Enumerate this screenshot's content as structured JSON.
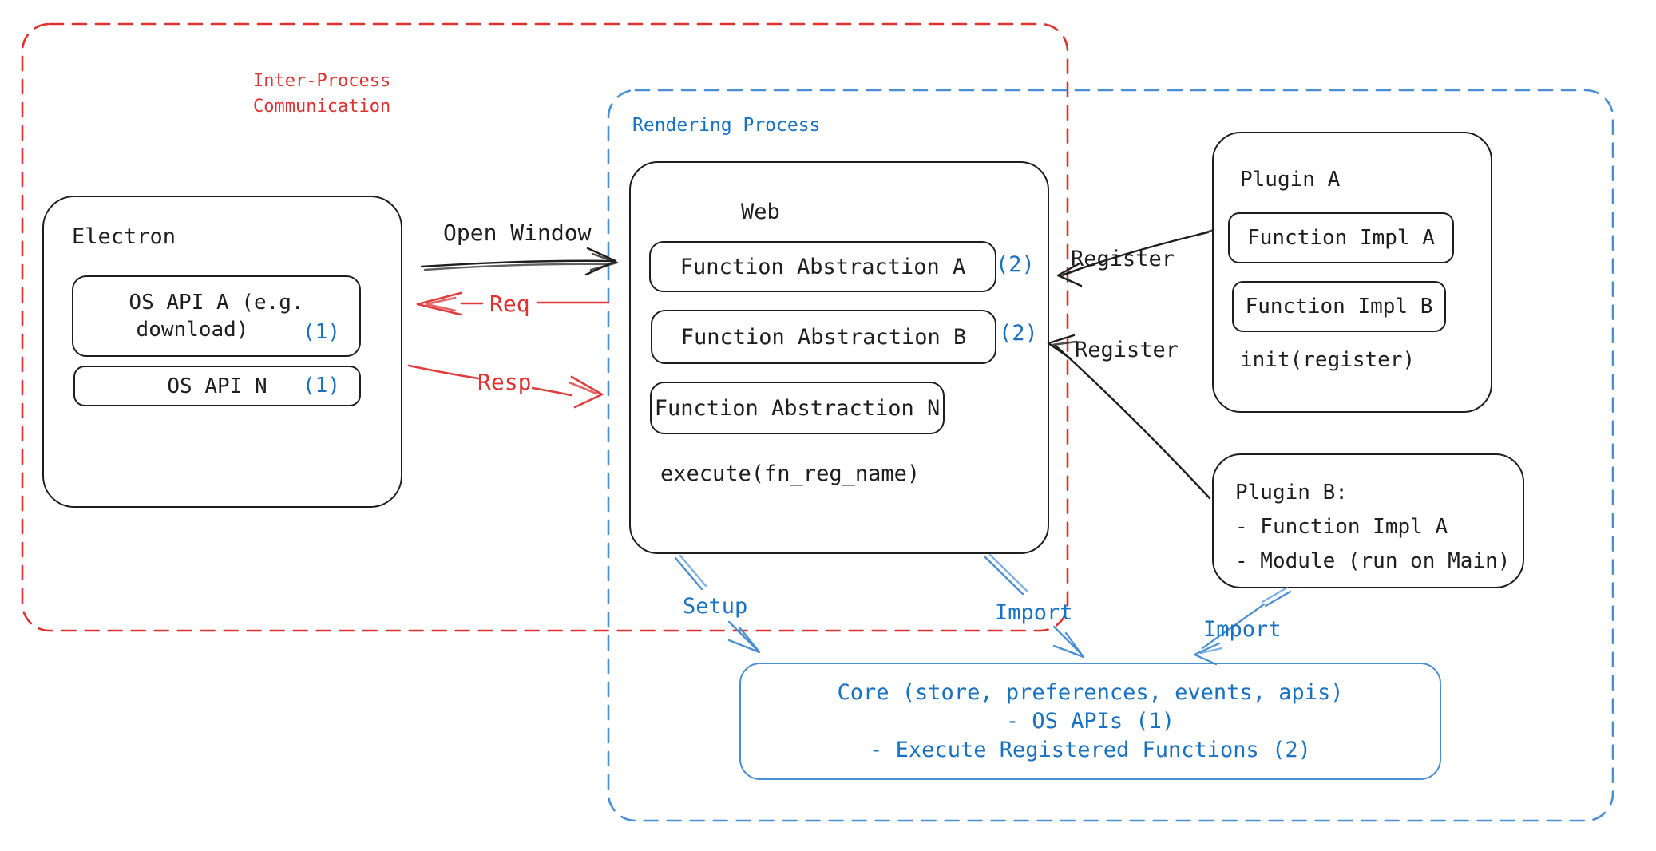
{
  "ipc_region": {
    "title_line1": "Inter-Process",
    "title_line2": "Communication"
  },
  "rendering_region": {
    "title": "Rendering Process"
  },
  "electron": {
    "title": "Electron",
    "os_api_a_line1": "OS API A (e.g.",
    "os_api_a_line2": "download)",
    "os_api_a_badge": "(1)",
    "os_api_n_label": "OS API N",
    "os_api_n_badge": "(1)"
  },
  "web": {
    "title": "Web",
    "fn_a_label": "Function Abstraction A",
    "fn_a_badge": "(2)",
    "fn_b_label": "Function Abstraction B",
    "fn_b_badge": "(2)",
    "fn_n_label": "Function Abstraction N",
    "execute_label": "execute(fn_reg_name)"
  },
  "plugin_a": {
    "title": "Plugin A",
    "impl_a_label": "Function Impl A",
    "impl_b_label": "Function Impl B",
    "init_label": "init(register)"
  },
  "plugin_b": {
    "title": "Plugin B:",
    "item_1": "- Function Impl A",
    "item_2": "- Module (run on Main)"
  },
  "core": {
    "line1": "Core (store, preferences, events, apis)",
    "line2": "- OS APIs (1)",
    "line3": "- Execute Registered Functions (2)"
  },
  "arrows": {
    "open_window": "Open Window",
    "req": "Req",
    "resp": "Resp",
    "register_a": "Register",
    "register_b": "Register",
    "setup": "Setup",
    "import_web": "Import",
    "import_plugin": "Import"
  },
  "colors": {
    "red": "#e03131",
    "blue": "#1971c2",
    "blue_soft": "#4a8fd4",
    "ink": "#1e1e1e"
  }
}
